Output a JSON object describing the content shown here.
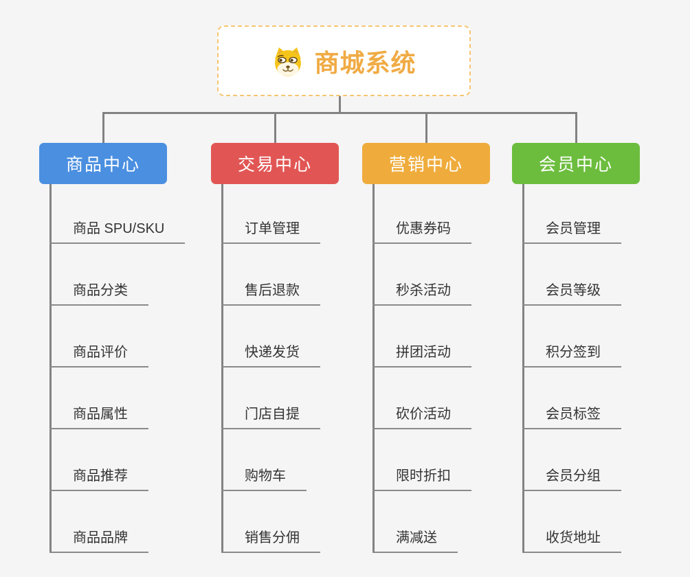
{
  "root": {
    "title": "商城系统",
    "icon": "doge-face-icon",
    "text_color": "#f0ab44",
    "border_color": "#f6c572",
    "background": "#ffffff"
  },
  "colors": {
    "page_background": "#f5f5f5",
    "connector": "#828282",
    "subtopic_underline": "#8a8a8a",
    "subtopic_text": "#333333"
  },
  "branches": [
    {
      "label": "商品中心",
      "color": "#4a8fe0",
      "items": [
        "商品 SPU/SKU",
        "商品分类",
        "商品评价",
        "商品属性",
        "商品推荐",
        "商品品牌"
      ]
    },
    {
      "label": "交易中心",
      "color": "#e15654",
      "items": [
        "订单管理",
        "售后退款",
        "快递发货",
        "门店自提",
        "购物车",
        "销售分佣"
      ]
    },
    {
      "label": "营销中心",
      "color": "#efac3c",
      "items": [
        "优惠券码",
        "秒杀活动",
        "拼团活动",
        "砍价活动",
        "限时折扣",
        "满减送"
      ]
    },
    {
      "label": "会员中心",
      "color": "#6cbd3d",
      "items": [
        "会员管理",
        "会员等级",
        "积分签到",
        "会员标签",
        "会员分组",
        "收货地址"
      ]
    }
  ]
}
